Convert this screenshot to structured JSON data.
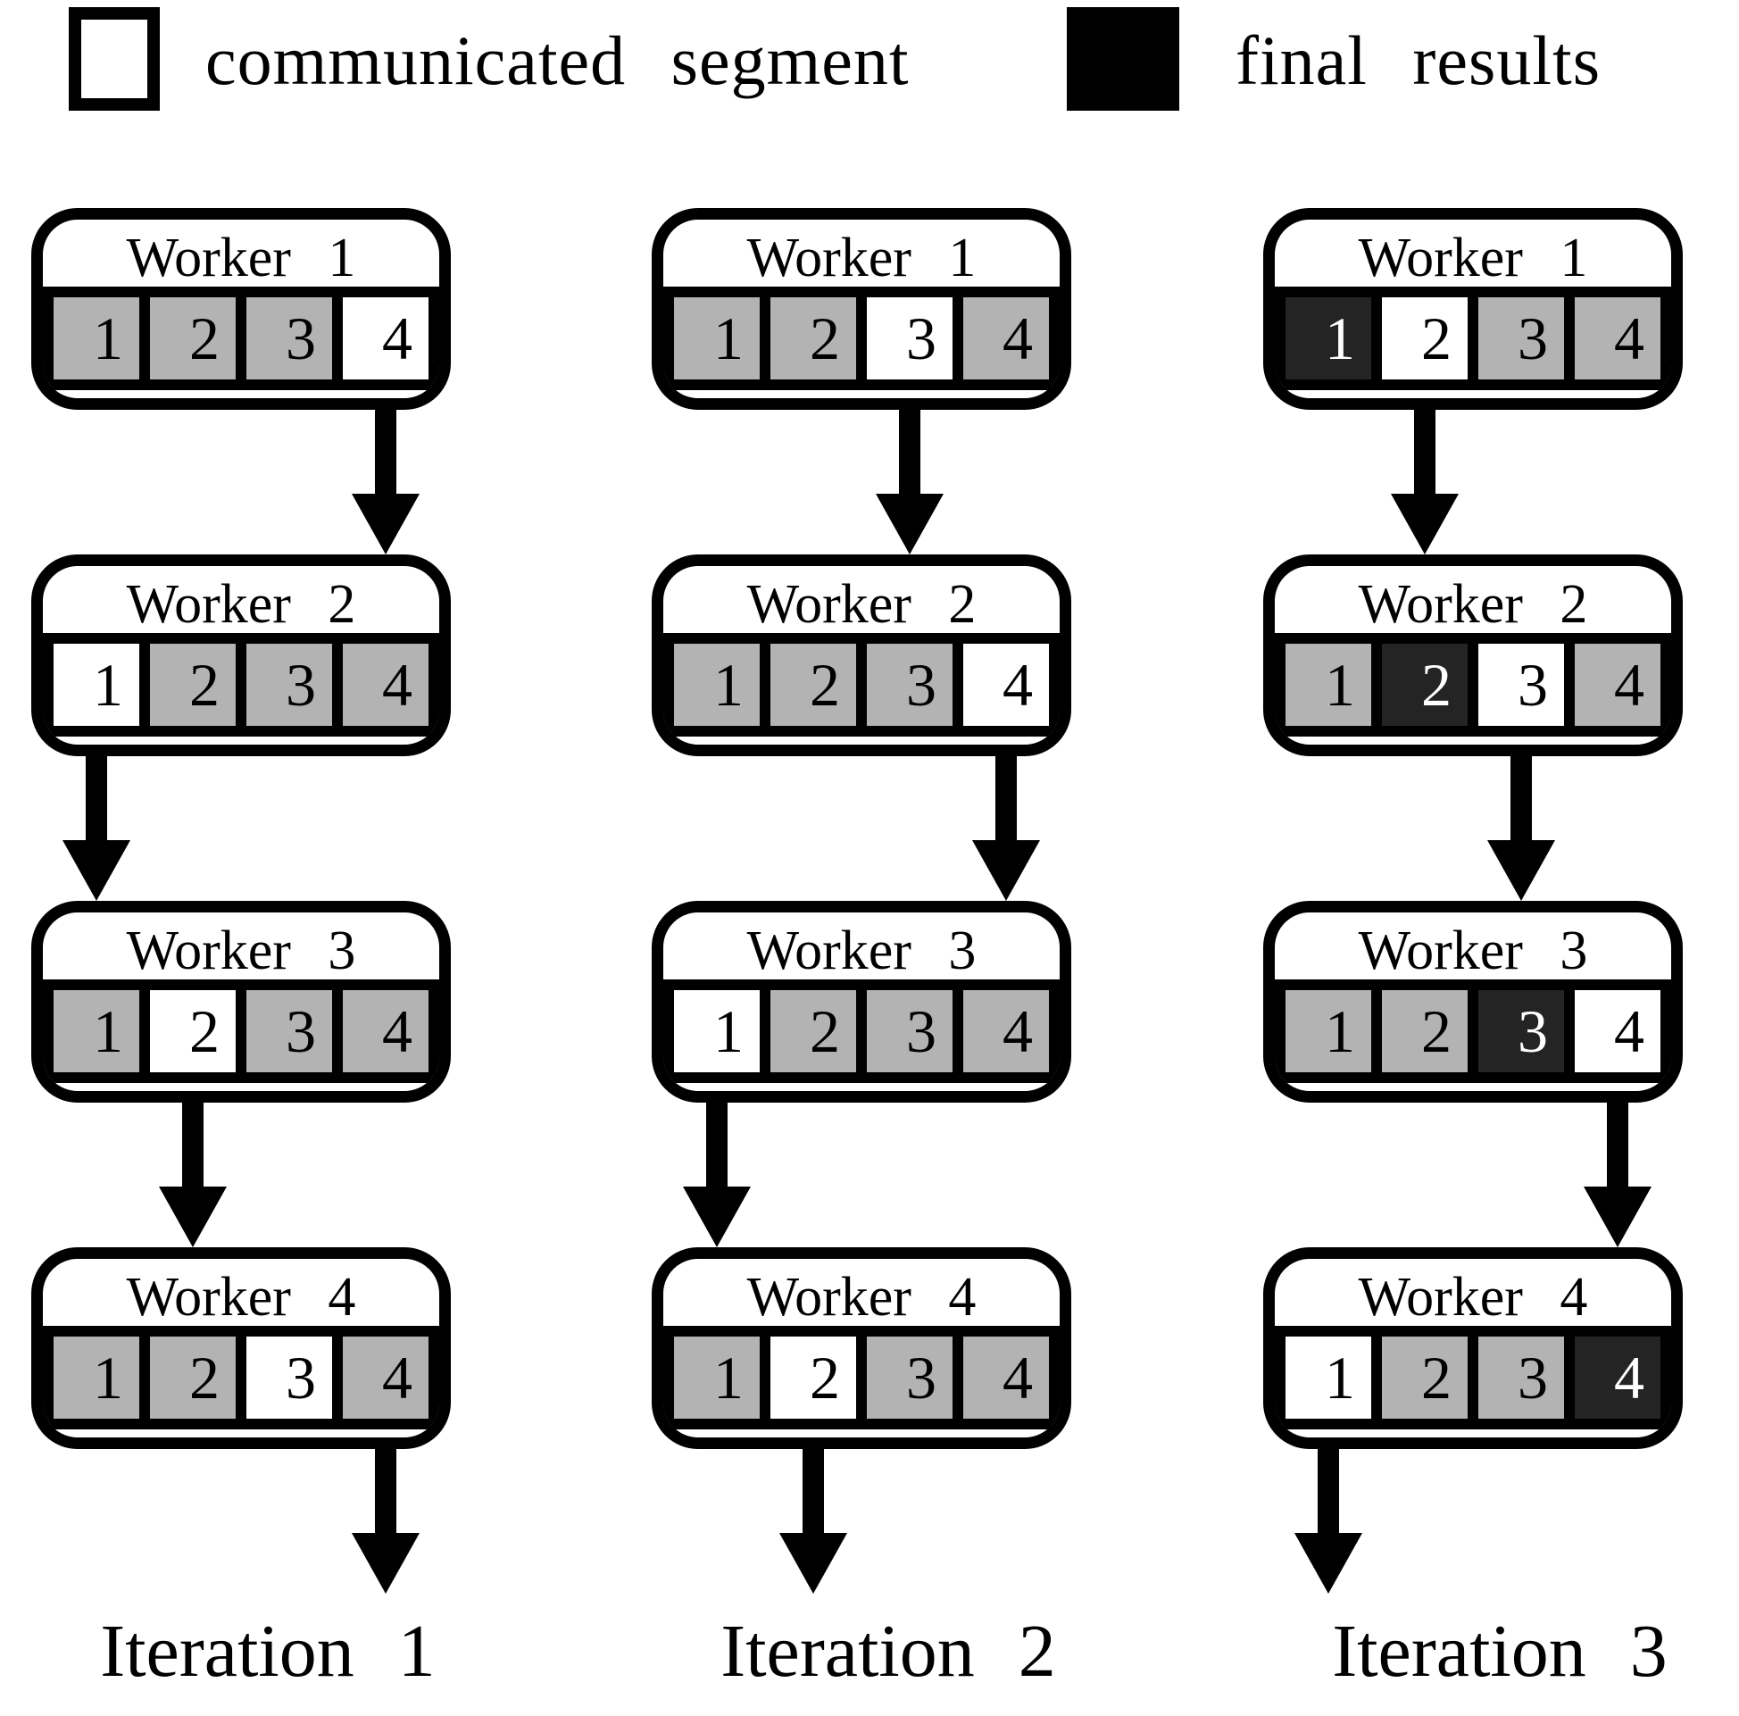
{
  "legend": {
    "items": [
      {
        "swatch": "white",
        "label": "communicated segment"
      },
      {
        "swatch": "black",
        "label": "final results"
      }
    ]
  },
  "colors": {
    "gray": "#b3b3b3",
    "white": "#ffffff",
    "black": "#242424",
    "line": "#000000"
  },
  "iterations": [
    {
      "label": "Iteration 1",
      "workers": [
        {
          "name": "Worker 1",
          "arrow_segment": 4,
          "segments": [
            {
              "value": "1",
              "state": "gray"
            },
            {
              "value": "2",
              "state": "gray"
            },
            {
              "value": "3",
              "state": "gray"
            },
            {
              "value": "4",
              "state": "white"
            }
          ]
        },
        {
          "name": "Worker 2",
          "arrow_segment": 1,
          "segments": [
            {
              "value": "1",
              "state": "white"
            },
            {
              "value": "2",
              "state": "gray"
            },
            {
              "value": "3",
              "state": "gray"
            },
            {
              "value": "4",
              "state": "gray"
            }
          ]
        },
        {
          "name": "Worker 3",
          "arrow_segment": 2,
          "segments": [
            {
              "value": "1",
              "state": "gray"
            },
            {
              "value": "2",
              "state": "white"
            },
            {
              "value": "3",
              "state": "gray"
            },
            {
              "value": "4",
              "state": "gray"
            }
          ]
        },
        {
          "name": "Worker 4",
          "arrow_segment": 4,
          "segments": [
            {
              "value": "1",
              "state": "gray"
            },
            {
              "value": "2",
              "state": "gray"
            },
            {
              "value": "3",
              "state": "white"
            },
            {
              "value": "4",
              "state": "gray"
            }
          ]
        }
      ]
    },
    {
      "label": "Iteration 2",
      "workers": [
        {
          "name": "Worker 1",
          "arrow_segment": 3,
          "segments": [
            {
              "value": "1",
              "state": "gray"
            },
            {
              "value": "2",
              "state": "gray"
            },
            {
              "value": "3",
              "state": "white"
            },
            {
              "value": "4",
              "state": "gray"
            }
          ]
        },
        {
          "name": "Worker 2",
          "arrow_segment": 4,
          "segments": [
            {
              "value": "1",
              "state": "gray"
            },
            {
              "value": "2",
              "state": "gray"
            },
            {
              "value": "3",
              "state": "gray"
            },
            {
              "value": "4",
              "state": "white"
            }
          ]
        },
        {
          "name": "Worker 3",
          "arrow_segment": 1,
          "segments": [
            {
              "value": "1",
              "state": "white"
            },
            {
              "value": "2",
              "state": "gray"
            },
            {
              "value": "3",
              "state": "gray"
            },
            {
              "value": "4",
              "state": "gray"
            }
          ]
        },
        {
          "name": "Worker 4",
          "arrow_segment": 2,
          "segments": [
            {
              "value": "1",
              "state": "gray"
            },
            {
              "value": "2",
              "state": "white"
            },
            {
              "value": "3",
              "state": "gray"
            },
            {
              "value": "4",
              "state": "gray"
            }
          ]
        }
      ]
    },
    {
      "label": "Iteration 3",
      "workers": [
        {
          "name": "Worker 1",
          "arrow_segment": 2,
          "segments": [
            {
              "value": "1",
              "state": "black"
            },
            {
              "value": "2",
              "state": "white"
            },
            {
              "value": "3",
              "state": "gray"
            },
            {
              "value": "4",
              "state": "gray"
            }
          ]
        },
        {
          "name": "Worker 2",
          "arrow_segment": 3,
          "segments": [
            {
              "value": "1",
              "state": "gray"
            },
            {
              "value": "2",
              "state": "black"
            },
            {
              "value": "3",
              "state": "white"
            },
            {
              "value": "4",
              "state": "gray"
            }
          ]
        },
        {
          "name": "Worker 3",
          "arrow_segment": 4,
          "segments": [
            {
              "value": "1",
              "state": "gray"
            },
            {
              "value": "2",
              "state": "gray"
            },
            {
              "value": "3",
              "state": "black"
            },
            {
              "value": "4",
              "state": "white"
            }
          ]
        },
        {
          "name": "Worker 4",
          "arrow_segment": 1,
          "segments": [
            {
              "value": "1",
              "state": "white"
            },
            {
              "value": "2",
              "state": "gray"
            },
            {
              "value": "3",
              "state": "gray"
            },
            {
              "value": "4",
              "state": "black"
            }
          ]
        }
      ]
    }
  ]
}
